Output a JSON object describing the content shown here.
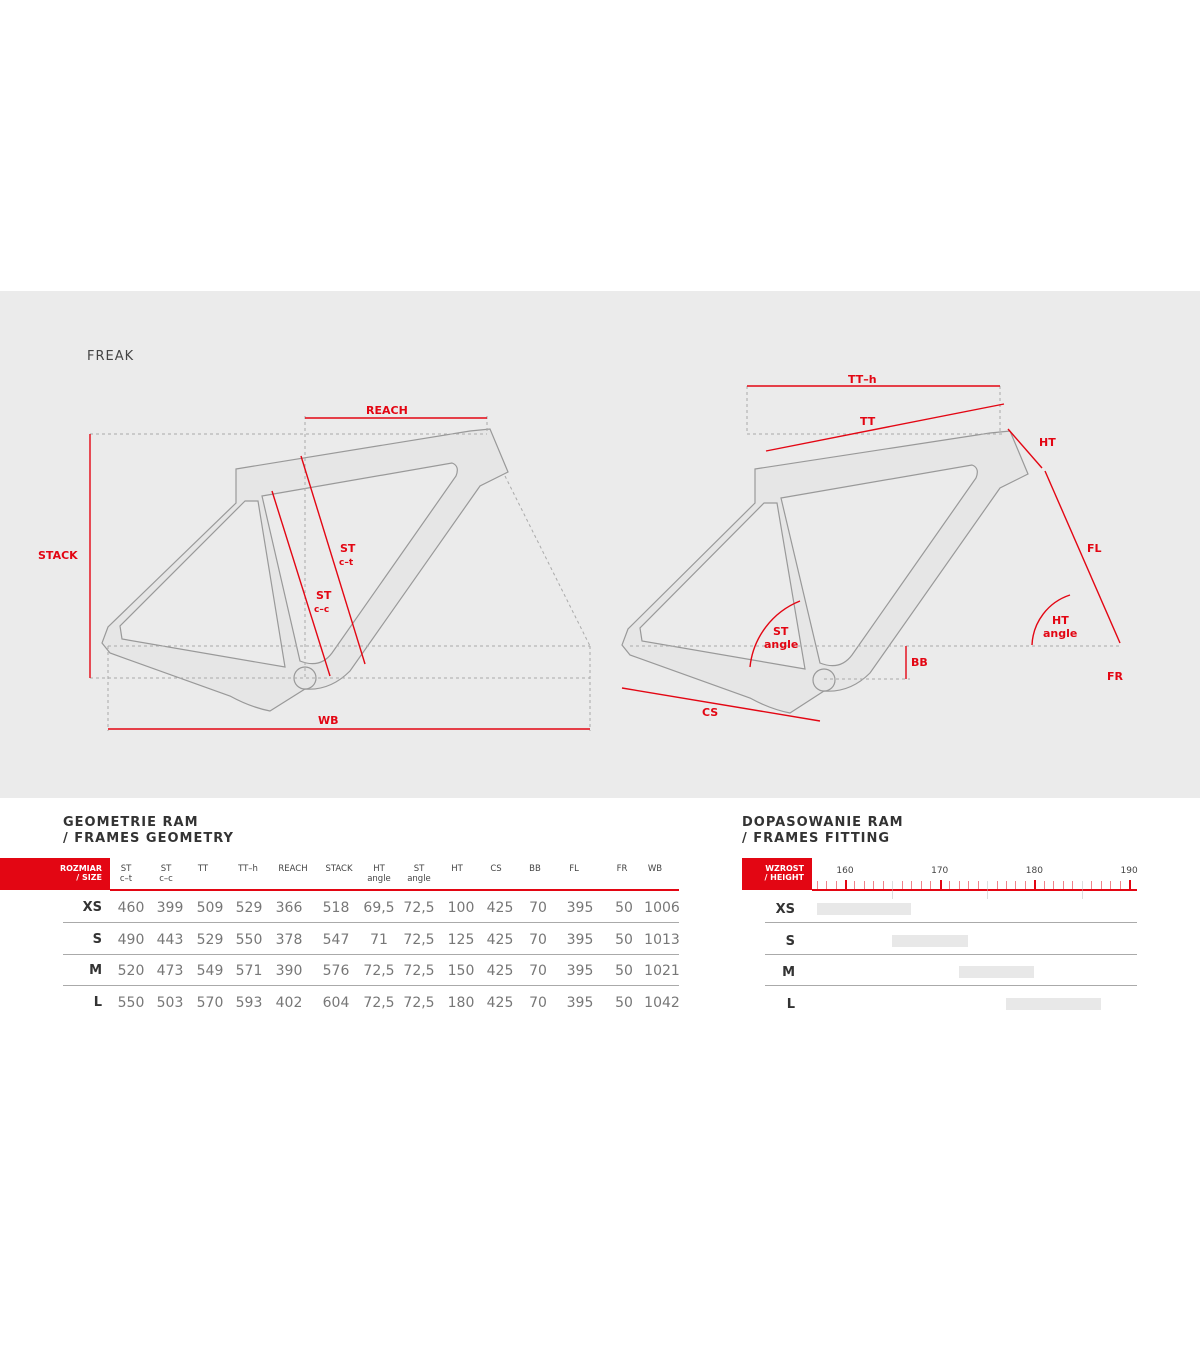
{
  "model": "FREAK",
  "diagram_labels": {
    "reach": "REACH",
    "stack": "STACK",
    "st": "ST",
    "ct": "c–t",
    "cc": "c–c",
    "wb": "WB",
    "tth": "TT–h",
    "tt": "TT",
    "ht": "HT",
    "fl": "FL",
    "angle": "angle",
    "bb": "BB",
    "fr": "FR",
    "cs": "CS"
  },
  "geometry": {
    "title1": "GEOMETRIE RAM",
    "title2": "/ FRAMES GEOMETRY",
    "size_label1": "ROZMIAR",
    "size_label2": "/ SIZE",
    "headers": [
      [
        "ST",
        "c–t"
      ],
      [
        "ST",
        "c–c"
      ],
      [
        "TT",
        ""
      ],
      [
        "TT–h",
        ""
      ],
      [
        "REACH",
        ""
      ],
      [
        "STACK",
        ""
      ],
      [
        "HT",
        "angle"
      ],
      [
        "ST",
        "angle"
      ],
      [
        "HT",
        ""
      ],
      [
        "CS",
        ""
      ],
      [
        "BB",
        ""
      ],
      [
        "FL",
        ""
      ],
      [
        "FR",
        ""
      ],
      [
        "WB",
        ""
      ]
    ],
    "rows": [
      {
        "size": "XS",
        "values": [
          "460",
          "399",
          "509",
          "529",
          "366",
          "518",
          "69,5",
          "72,5",
          "100",
          "425",
          "70",
          "395",
          "50",
          "1006"
        ]
      },
      {
        "size": "S",
        "values": [
          "490",
          "443",
          "529",
          "550",
          "378",
          "547",
          "71",
          "72,5",
          "125",
          "425",
          "70",
          "395",
          "50",
          "1013"
        ]
      },
      {
        "size": "M",
        "values": [
          "520",
          "473",
          "549",
          "571",
          "390",
          "576",
          "72,5",
          "72,5",
          "150",
          "425",
          "70",
          "395",
          "50",
          "1021"
        ]
      },
      {
        "size": "L",
        "values": [
          "550",
          "503",
          "570",
          "593",
          "402",
          "604",
          "72,5",
          "72,5",
          "180",
          "425",
          "70",
          "395",
          "50",
          "1042"
        ]
      }
    ]
  },
  "fitting": {
    "title1": "DOPASOWANIE RAM",
    "title2": "/ FRAMES FITTING",
    "label1": "WZROST",
    "label2": "/ HEIGHT",
    "ticks": [
      "160",
      "170",
      "180",
      "190"
    ],
    "chart_data": {
      "type": "range-bar",
      "unit": "cm",
      "xlim": [
        156.5,
        190.5
      ],
      "sizes": [
        {
          "size": "XS",
          "min": 157,
          "max": 167
        },
        {
          "size": "S",
          "min": 165,
          "max": 173
        },
        {
          "size": "M",
          "min": 172,
          "max": 180
        },
        {
          "size": "L",
          "min": 177,
          "max": 187
        }
      ]
    }
  },
  "colors": {
    "accent": "#e30613",
    "band": "#ebebeb"
  }
}
